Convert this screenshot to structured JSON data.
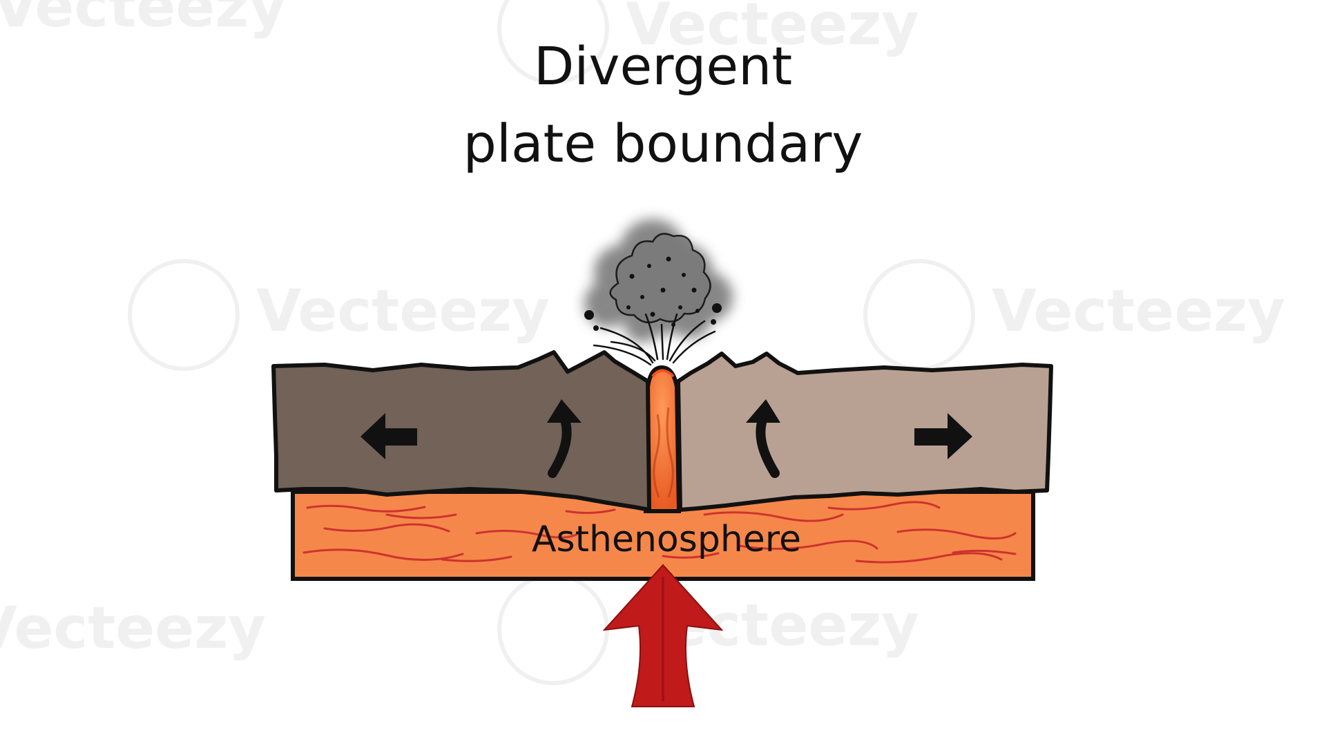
{
  "title": {
    "line1": "Divergent",
    "line2": "plate boundary"
  },
  "labels": {
    "asthenosphere": "Asthenosphere"
  },
  "watermark": {
    "text": "Vecteezy"
  },
  "colors": {
    "left_plate": "#726257",
    "right_plate": "#b8a193",
    "asthenosphere": "#f5874a",
    "magma": "#f26b2c",
    "upwelling_arrow": "#c01a1a",
    "outline": "#111111",
    "ash_cloud": "#6f6f6f"
  },
  "icons": {
    "left_motion": "arrow-left-icon",
    "right_motion": "arrow-right-icon",
    "uplift": "curved-arrow-up-icon",
    "eruption": "ash-cloud-icon",
    "upwelling": "arrow-up-icon"
  }
}
